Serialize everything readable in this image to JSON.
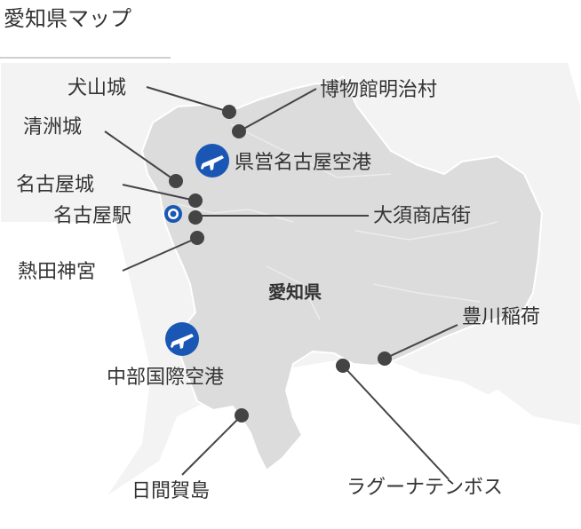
{
  "title": "愛知県マップ",
  "prefecture_label": "愛知県",
  "labels": {
    "inuyama": "犬山城",
    "meijimura": "博物館明治村",
    "kiyosu": "清洲城",
    "komaki_airport": "県営名古屋空港",
    "nagoya_castle": "名古屋城",
    "nagoya_station": "名古屋駅",
    "osu": "大須商店街",
    "atsuta": "熱田神宮",
    "toyokawa_inari": "豊川稲荷",
    "centrair": "中部国際空港",
    "laguna": "ラグーナテンボス",
    "himakajima": "日間賀島"
  },
  "colors": {
    "land": "#dcdcdc",
    "neighbor_land": "#f2f2f2",
    "border": "#ffffff",
    "marker": "#444444",
    "airport": "#1a57b5",
    "station_ring": "#1a57b5",
    "leader_line": "#444444"
  },
  "icons": {
    "airport": "airplane-icon",
    "station": "station-ring-icon"
  }
}
